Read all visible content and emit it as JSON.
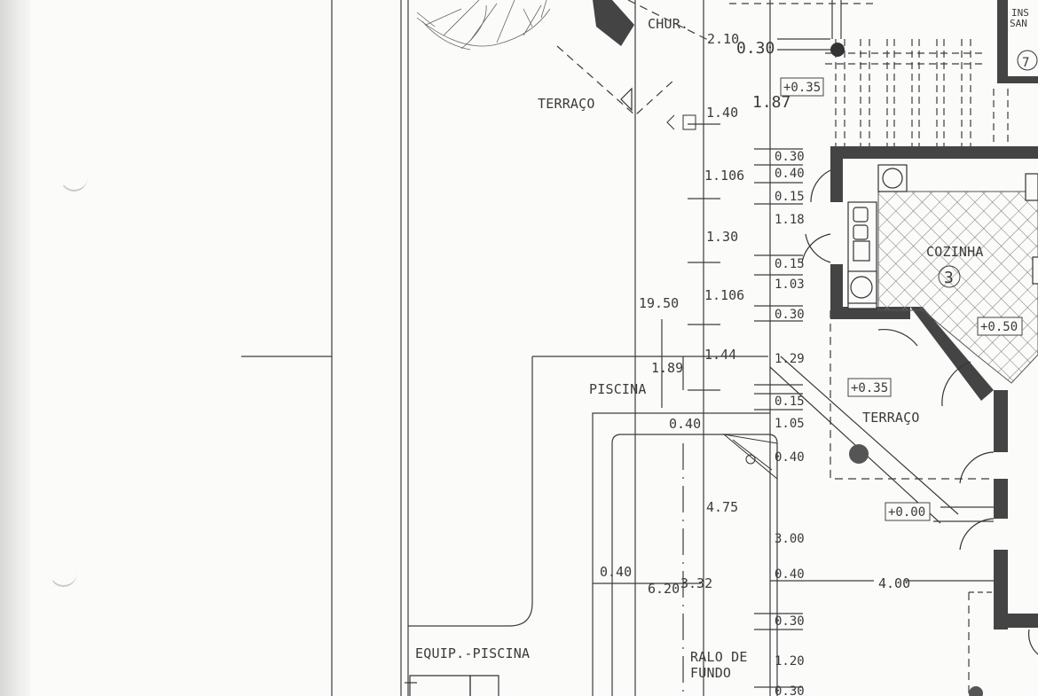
{
  "rooms": {
    "churrasqueira": "CHUR.",
    "terraco_top": "TERRAÇO",
    "cozinha": "COZINHA",
    "cozinha_number": "3",
    "terraco_mid": "TERRAÇO",
    "piscina": "PISCINA",
    "equip_piscina": "EQUIP.-PISCINA",
    "ralo_line1": "RALO DE",
    "ralo_line2": "FUNDO",
    "inst_line1": "INS",
    "inst_line2": "SAN",
    "inst_number": "7"
  },
  "levels": {
    "l1": "+0.35",
    "l2": "+0.50",
    "l3": "+0.35",
    "l4": "+0.00"
  },
  "dimensions": {
    "d_2_10": "2.10",
    "d_0_30_top": "0.30",
    "d_1_87": "1.87",
    "d_1_40": "1.40",
    "d_1_106_a": "1.106",
    "d_1_30_v": "1.30",
    "d_1_106_b": "1.106",
    "d_19_50": "19.50",
    "d_1_44": "1.44",
    "d_1_89": "1.89",
    "d_0_40_pool": "0.40",
    "d_4_75": "4.75",
    "d_0_40_left": "0.40",
    "d_6_20": "6.20",
    "d_3_32": "3.32",
    "d_4_00": "4.00",
    "c_0_30_a": "0.30",
    "c_0_40_a": "0.40",
    "c_0_15_a": "0.15",
    "c_1_18": "1.18",
    "c_0_15_b": "0.15",
    "c_1_03": "1.03",
    "c_0_30_b": "0.30",
    "c_1_29": "1.29",
    "c_0_15_c": "0.15",
    "c_1_05": "1.05",
    "c_0_40_b": "0.40",
    "c_3_00": "3.00",
    "c_0_40_c": "0.40",
    "c_0_30_c": "0.30",
    "c_1_20": "1.20",
    "c_0_30_d": "0.30"
  }
}
